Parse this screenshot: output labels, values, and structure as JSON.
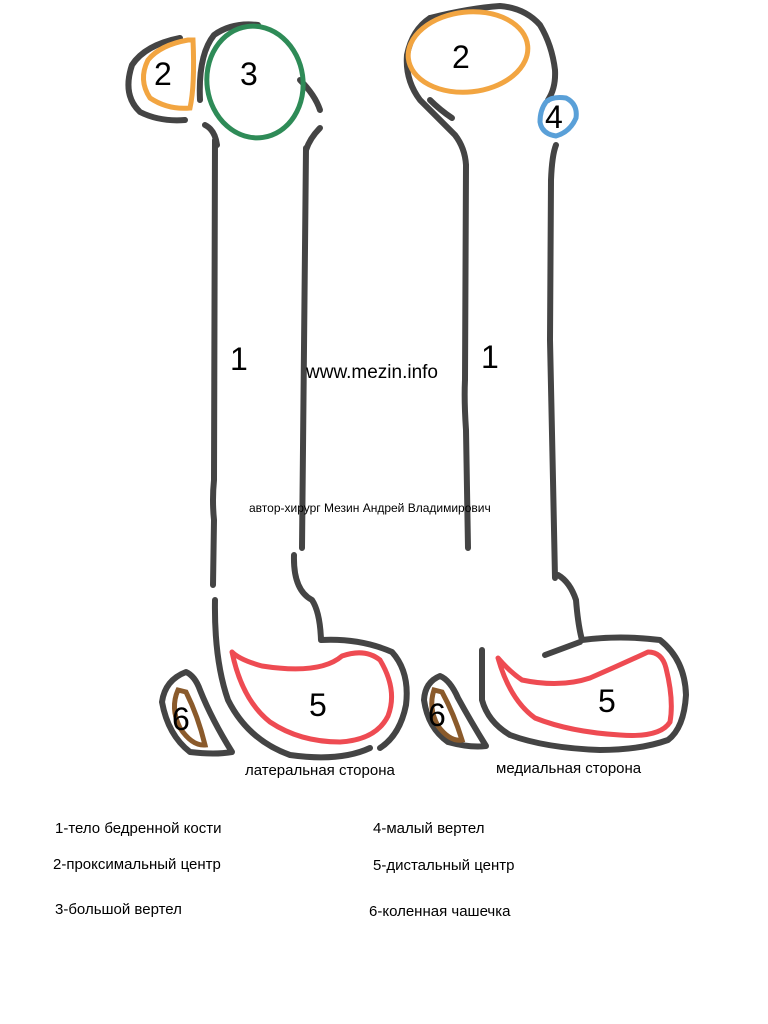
{
  "colors": {
    "outline": "#444444",
    "proximal_center": "#f2a541",
    "greater_trochanter": "#2e8b57",
    "lesser_trochanter": "#5aa0d8",
    "distal_center": "#ee4b52",
    "patella": "#8a5a2b"
  },
  "lateral": {
    "numbers": {
      "body": "1",
      "proximal": "2",
      "greater_trochanter": "3",
      "distal": "5",
      "patella": "6"
    },
    "caption": "латеральная сторона"
  },
  "medial": {
    "numbers": {
      "body": "1",
      "proximal": "2",
      "lesser_trochanter": "4",
      "distal": "5",
      "patella": "6"
    },
    "caption": "медиальная сторона"
  },
  "watermark": {
    "site": "www.mezin.info",
    "author": "автор-хирург Мезин Андрей Владимирович"
  },
  "legend": {
    "item1": "1-тело бедренной кости",
    "item2": "2-проксимальный центр",
    "item3": "3-большой вертел",
    "item4": "4-малый вертел",
    "item5": "5-дистальный центр",
    "item6": "6-коленная чашечка"
  }
}
